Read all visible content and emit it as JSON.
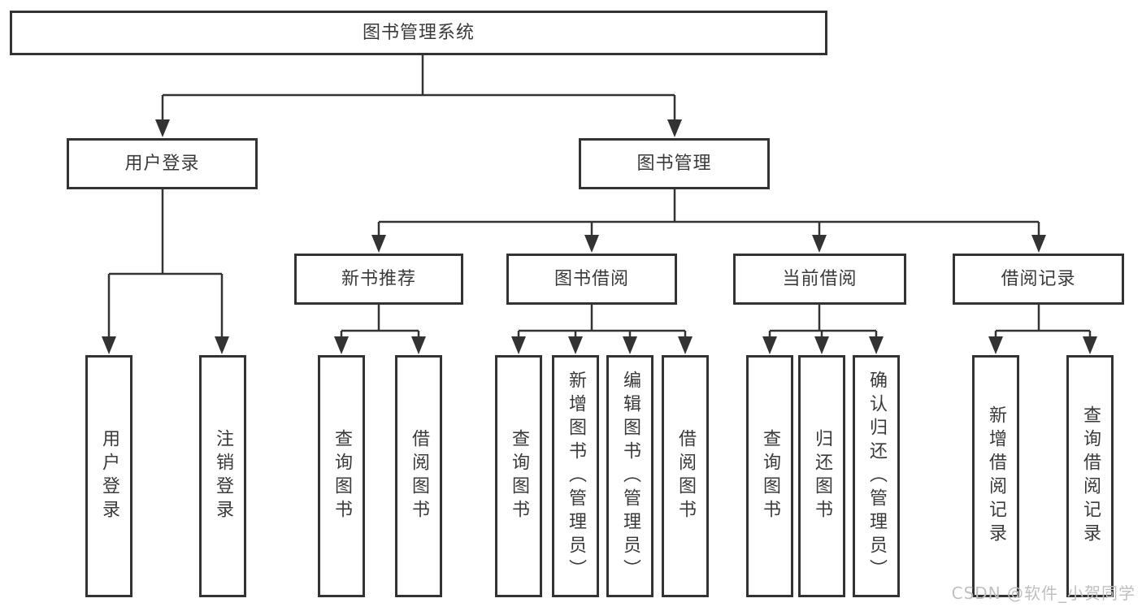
{
  "tree": {
    "root": "图书管理系统",
    "children": [
      {
        "label": "用户登录",
        "children": [
          "用户登录",
          "注销登录"
        ]
      },
      {
        "label": "图书管理",
        "children": [
          {
            "label": "新书推荐",
            "children": [
              "查询图书",
              "借阅图书"
            ]
          },
          {
            "label": "图书借阅",
            "children": [
              "查询图书",
              "新增图书（管理员）",
              "编辑图书（管理员）",
              "借阅图书"
            ]
          },
          {
            "label": "当前借阅",
            "children": [
              "查询图书",
              "归还图书",
              "确认归还（管理员）"
            ]
          },
          {
            "label": "借阅记录",
            "children": [
              "新增借阅记录",
              "查询借阅记录"
            ]
          }
        ]
      }
    ]
  },
  "watermark": "CSDN @软件_小贺同学",
  "colors": {
    "line": "#333333",
    "box_border": "#333333",
    "text": "#3a3a3a",
    "watermark": "#bfbfbf",
    "background": "#ffffff"
  }
}
